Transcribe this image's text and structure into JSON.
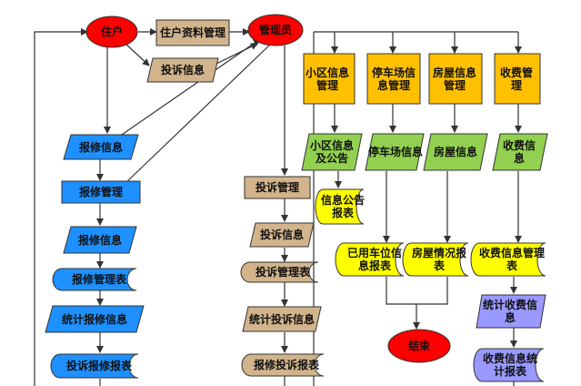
{
  "diagram": {
    "resident": "住户",
    "resident_records_mgmt": "住户资料管理",
    "complaint_info_top": "投诉信息",
    "admin": "管理员",
    "community_info_mgmt": "小区信息管理",
    "parking_info_mgmt": "停车场信息管理",
    "house_info_mgmt": "房屋信息管理",
    "fee_mgmt": "收费管理",
    "repair_info_1": "报修信息",
    "repair_mgmt": "报修管理",
    "repair_info_2": "报修信息",
    "repair_mgmt_table": "报修管理表",
    "stat_repair_info": "统计报修信息",
    "complaint_repair_report": "投诉报修报表",
    "complaint_mgmt": "投诉管理",
    "complaint_info": "投诉信息",
    "complaint_mgmt_table": "投诉管理表",
    "stat_complaint_info": "统计投诉信息",
    "repair_complaint_report": "报修投诉报表",
    "community_info_notice": "小区信息及公告",
    "info_notice_report": "信息公告报表",
    "parking_info": "停车场信息",
    "used_parking_report": "已用车位信息报表",
    "house_info": "房屋信息",
    "house_status_report": "房屋情况报表",
    "fee_info": "收费信息",
    "fee_info_mgmt_table": "收费信息管理表",
    "stat_fee_info": "统计收费信息",
    "fee_info_stat_report": "收费信息统计报表",
    "end": "结束"
  },
  "colors": {
    "ellipse": "#ff0000",
    "tan": "#d2b48c",
    "blue": "#1e90ff",
    "orange": "#ffc000",
    "green": "#92d050",
    "yellow": "#ffff00",
    "lavender": "#9999ff",
    "line": "#333333"
  }
}
